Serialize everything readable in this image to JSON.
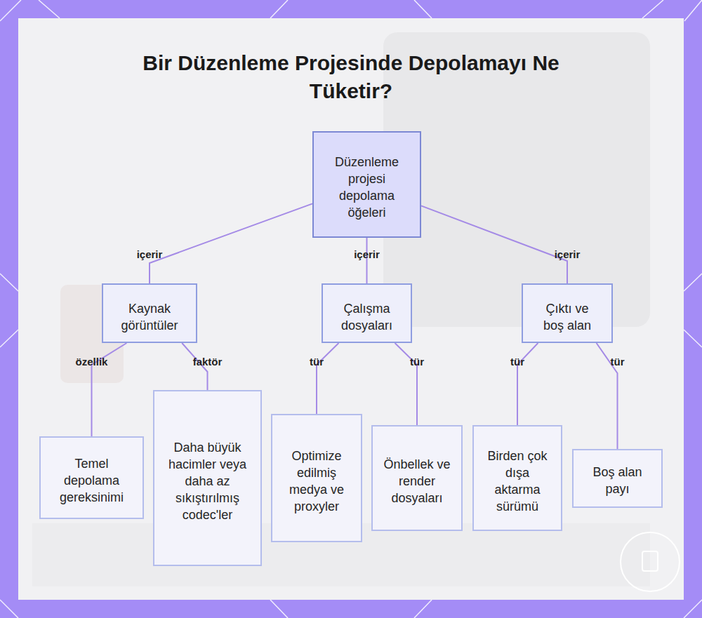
{
  "diagram": {
    "title": "Bir Düzenleme Projesinde Depolamayı Ne Tüketir?",
    "nodes": [
      {
        "text": [
          "Düzenleme projesi depolama öğeleri"
        ]
      },
      {
        "text": [
          "Kaynak görüntüler"
        ]
      },
      {
        "text": [
          "Çalışma dosyaları"
        ]
      },
      {
        "text": [
          "Çıktı ve boş alan"
        ]
      },
      {
        "text": [
          "Temel depolama gereksinimi"
        ]
      },
      {
        "text": [
          "Daha büyük hacimler veya daha az sıkıştırılmış codec'ler"
        ]
      },
      {
        "text": [
          "Optimize edilmiş medya ve proxyler"
        ]
      },
      {
        "text": [
          "Önbellek ve render dosyaları"
        ]
      },
      {
        "text": [
          "Birden çok dışa aktarma sürümü"
        ]
      },
      {
        "text": [
          "Boş alan payı"
        ]
      }
    ],
    "edges": [
      {
        "from": 0,
        "to": 1,
        "arrow": "none",
        "label": "içerir"
      },
      {
        "from": 0,
        "to": 2,
        "arrow": "none",
        "label": "içerir"
      },
      {
        "from": 0,
        "to": 3,
        "arrow": "none",
        "label": "içerir"
      },
      {
        "from": 1,
        "to": 4,
        "arrow": "none",
        "label": "özellik"
      },
      {
        "from": 1,
        "to": 5,
        "arrow": "none",
        "label": "faktör"
      },
      {
        "from": 2,
        "to": 6,
        "arrow": "none",
        "label": "tür"
      },
      {
        "from": 2,
        "to": 7,
        "arrow": "none",
        "label": "tür"
      },
      {
        "from": 3,
        "to": 8,
        "arrow": "none",
        "label": "tür"
      },
      {
        "from": 3,
        "to": 9,
        "arrow": "none",
        "label": "tür"
      }
    ]
  }
}
